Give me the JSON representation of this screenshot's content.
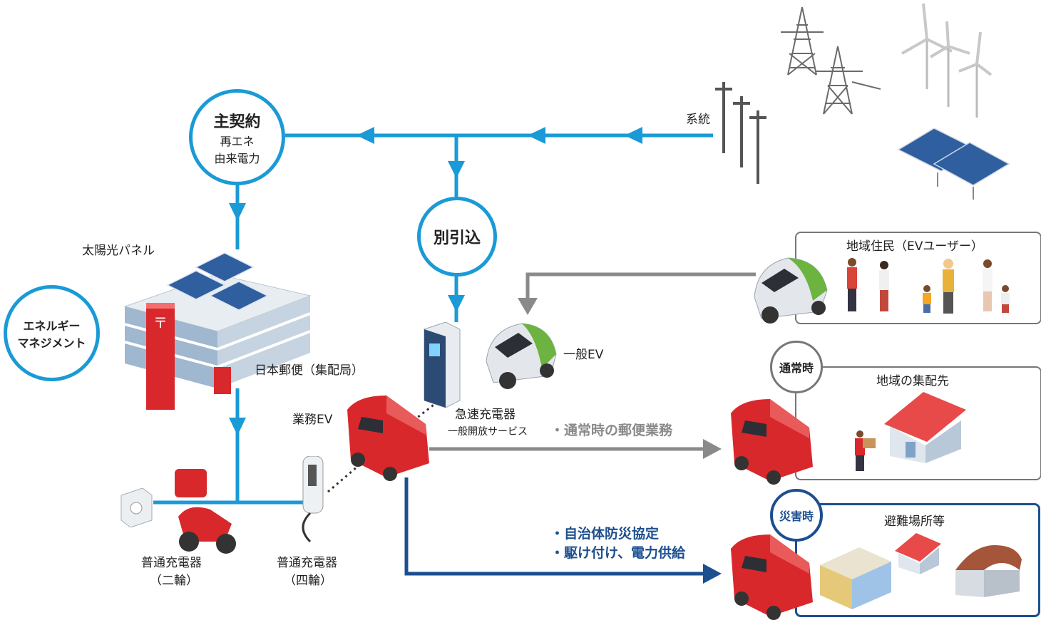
{
  "circles": {
    "main_contract": {
      "title": "主契約",
      "line1": "再エネ",
      "line2": "由来電力"
    },
    "separate_intake": {
      "title": "別引込"
    },
    "energy_mgmt": {
      "line1": "エネルギー",
      "line2": "マネジメント"
    },
    "normal_time": {
      "title": "通常時"
    },
    "disaster_time": {
      "title": "災害時"
    }
  },
  "labels": {
    "grid": "系統",
    "solar_panel": "太陽光パネル",
    "post_office": "日本郵便（集配局）",
    "business_ev": "業務EV",
    "general_ev": "一般EV",
    "quick_charger": "急速充電器",
    "quick_charger_sub": "一般開放サービス",
    "normal_charger_2w_1": "普通充電器",
    "normal_charger_2w_2": "（二輪）",
    "normal_charger_4w_1": "普通充電器",
    "normal_charger_4w_2": "（四輪）"
  },
  "boxes": {
    "residents": {
      "title": "地域住民（EVユーザー）"
    },
    "delivery": {
      "title": "地域の集配先"
    },
    "shelter": {
      "title": "避難場所等"
    }
  },
  "flows": {
    "normal_task": "・通常時の郵便業務",
    "disaster_1": "・自治体防災協定",
    "disaster_2": "・駆け付け、電力供給"
  },
  "colors": {
    "power_line": "#1a9ad6",
    "disaster_line": "#1d4f8f",
    "normal_line": "#8a8a8a",
    "postal_red": "#d8282c"
  }
}
